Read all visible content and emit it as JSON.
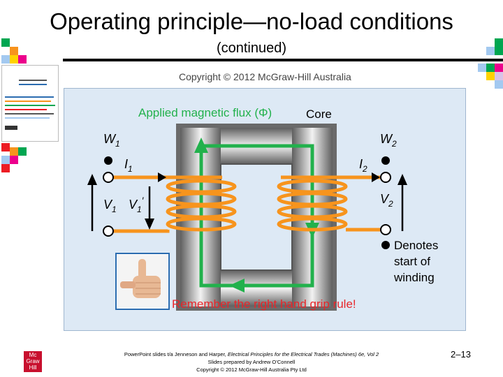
{
  "slide": {
    "title": "Operating principle—no-load conditions",
    "subtitle": "(continued)",
    "copyright_top": "Copyright © 2012 McGraw-Hill Australia",
    "page_number": "2–13"
  },
  "diagram": {
    "flux_label": "Applied magnetic flux (Φ)",
    "core_label": "Core",
    "w1": "W",
    "w1_sub": "1",
    "w2": "W",
    "w2_sub": "2",
    "i1": "I",
    "i1_sub": "1",
    "i2": "I",
    "i2_sub": "2",
    "v1": "V",
    "v1_sub": "1",
    "v1p": "V",
    "v1p_sub": "1",
    "v1p_prime": "′",
    "v2": "V",
    "v2_sub": "2",
    "denotes_1": "Denotes",
    "denotes_2": "start of",
    "denotes_3": "winding",
    "grip_rule": "Remember the right hand grip rule!",
    "colors": {
      "accent_green": "#22b14c",
      "coil_orange": "#f7941d",
      "grip_red": "#e8262a",
      "figure_bg": "#dde9f5"
    }
  },
  "footer": {
    "line1_a": "PowerPoint slides t/a Jenneson and Harper, ",
    "line1_b": "Electrical Principles for the Electrical Trades (Machines) 6e, Vol 2",
    "line2": "Slides prepared by Andrew O’Connell",
    "line3": "Copyright © 2012 McGraw-Hill Australia Pty Ltd"
  },
  "logo": {
    "line1": "Mc",
    "line2": "Graw",
    "line3": "Hill"
  }
}
